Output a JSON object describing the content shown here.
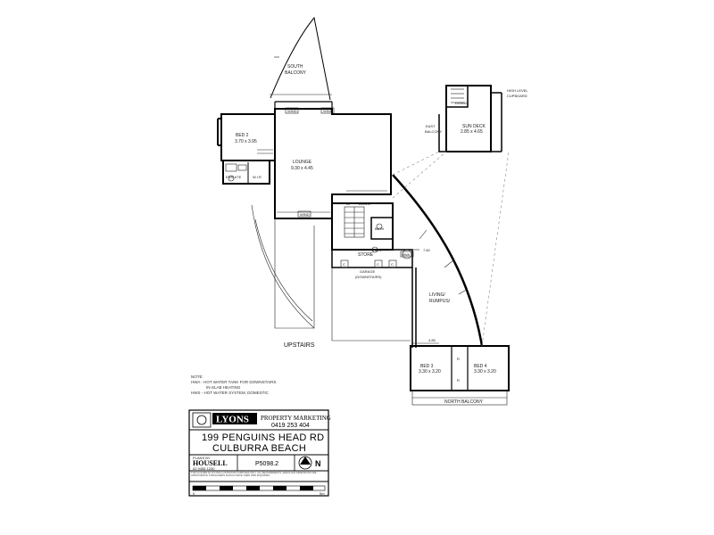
{
  "rooms": {
    "south_balcony": [
      "SOUTH",
      "BALCONY"
    ],
    "bed2": [
      "BED 2",
      "3.70 x 3.95"
    ],
    "lounge": [
      "LOUNGE",
      "9.30 x 4.45"
    ],
    "ensuite": "ENSUITE",
    "wir": "W.I.R",
    "east_balcony": [
      "EAST",
      "BALCONY"
    ],
    "sun_deck": [
      "SUN DECK",
      "2.85 x 4.65"
    ],
    "high_level_cupboard": [
      "HIGH LEVEL",
      "CUPBOARD"
    ],
    "down_upper": "DOWN",
    "up": "UP",
    "down": "DOWN",
    "bath": "BATH",
    "store": "STORE",
    "garage": [
      "GARAGE",
      "(DOWNSTAIRS)"
    ],
    "living": [
      "LIVING/",
      "RUMPUS/"
    ],
    "bed3": [
      "BED 3",
      "3.30 x 3.20"
    ],
    "bed4": [
      "BED 4",
      "3.30 x 3.20"
    ],
    "north_balcony": "NORTH BALCONY",
    "upstairs": "UPSTAIRS",
    "c1": "C",
    "c2": "C",
    "c3": "C",
    "hwa": "HWA",
    "hws": "HWS",
    "r": "R"
  },
  "dimensions": {
    "d760": "7.60",
    "d485": "4.85"
  },
  "window_tags": [
    "WIND",
    "WIND",
    "WIND",
    "WIND"
  ],
  "notes": {
    "title": "NOTE:",
    "lines": [
      "HWA - HOT WATER TANK FOR DOWNSTAIRS",
      "IN-SLAB HEATING",
      "HWS - HOT WATER SYSTEM, DOMESTIC"
    ]
  },
  "title_block": {
    "logo_text": "LYONS",
    "tagline": "PROPERTY MARKETING",
    "phone": "0419 253 404",
    "address_line1": "199 PENGUINS HEAD RD",
    "address_line2": "CULBURRA BEACH",
    "plans_by_label": "PLANS BY",
    "drafter": "HOUSELL",
    "drafter_phone": "02 9456 1230",
    "plan_number": "P5098.2",
    "north": "N",
    "disclaimer": "THIS FLOORPLAN IS FOR ILLUSTRATIVE PURPOSES ONLY. ALL MEASUREMENTS, AREAS AND DIMENSIONS ARE APPROXIMATE. PURCHASERS SHOULD MAKE THEIR OWN ENQUIRIES.",
    "scale_labels": [
      "0",
      "5m"
    ]
  }
}
